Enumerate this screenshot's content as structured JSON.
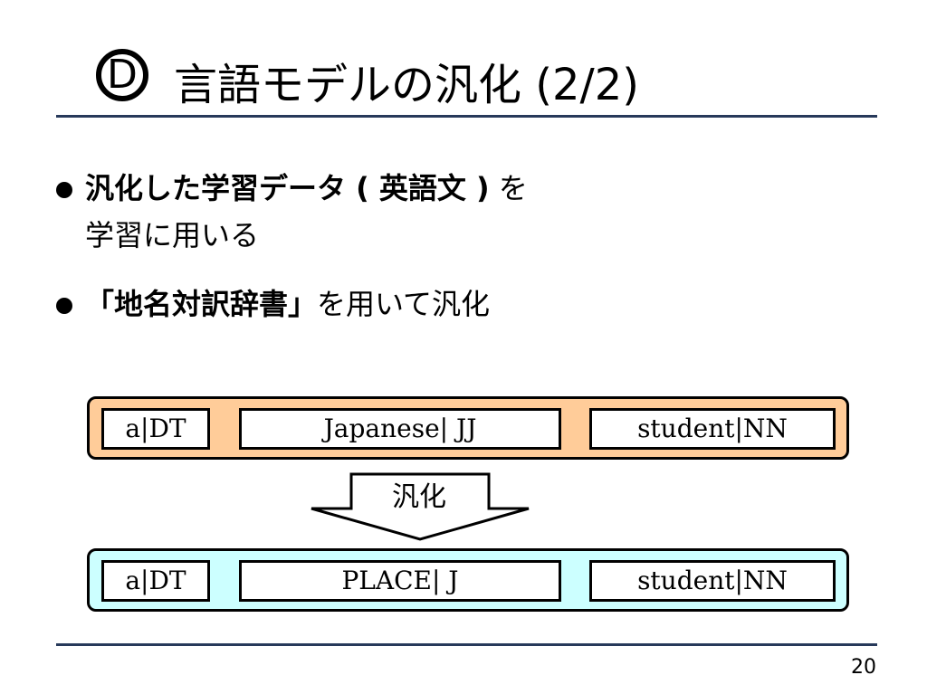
{
  "slide": {
    "badge": "D",
    "title": "言語モデルの汎化 (2/2)",
    "page_number": "20"
  },
  "bullets": [
    {
      "line1_bold": "汎化した学習データ ( 英語文 )",
      "line1_rest": " を",
      "line2": "学習に用いる"
    },
    {
      "bold": "「地名対訳辞書」",
      "rest": "を用いて汎化"
    }
  ],
  "diagram": {
    "top_row": [
      "a|DT",
      "Japanese| JJ",
      "student|NN"
    ],
    "arrow_label": "汎化",
    "bottom_row": [
      "a|DT",
      "PLACE| J",
      "student|NN"
    ],
    "colors": {
      "top_band": "#ffcc99",
      "bottom_band": "#ccffff",
      "rule": "#27395a"
    }
  }
}
